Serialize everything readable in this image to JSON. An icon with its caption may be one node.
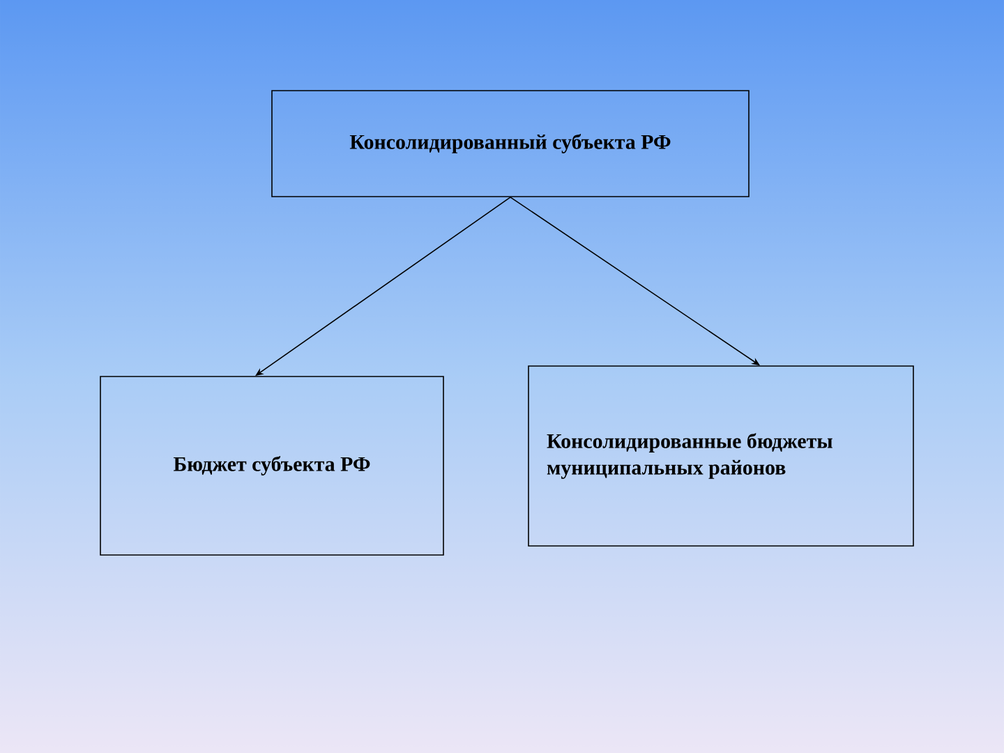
{
  "diagram": {
    "nodes": [
      {
        "text": [
          "Консолидированный субъекта РФ"
        ]
      },
      {
        "text": [
          "Бюджет субъекта РФ"
        ]
      },
      {
        "text": [
          "Консолидированные бюджеты муниципальных районов"
        ]
      }
    ],
    "edges": [
      {
        "from": 0,
        "to": 1,
        "arrow": "to"
      },
      {
        "from": 0,
        "to": 2,
        "arrow": "to"
      }
    ]
  }
}
